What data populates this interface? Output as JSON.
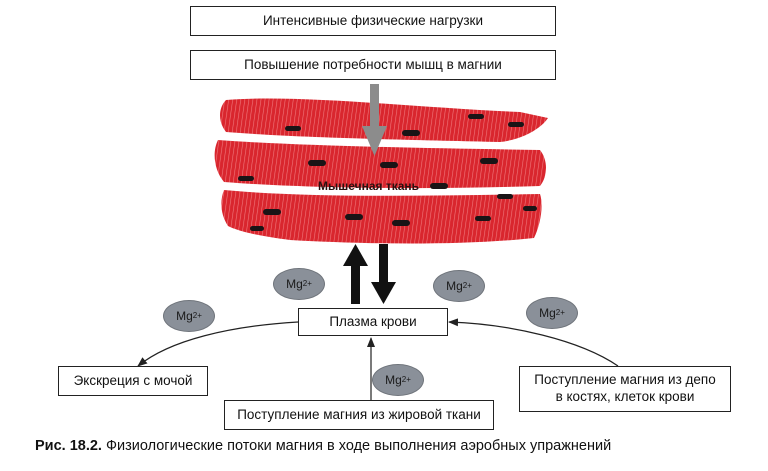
{
  "boxes": {
    "intensive_load": "Интенсивные физические нагрузки",
    "muscle_demand": "Повышение потребности мышц в магнии",
    "plasma": "Плазма крови",
    "excretion": "Экскреция с мочой",
    "fat_supply": "Поступление магния из жировой ткани",
    "depot_supply": "Поступление магния из депо\nв костях, клеток крови"
  },
  "tissue_label": "Мышечная ткань",
  "ions": {
    "base": "Mg",
    "charge": "2+"
  },
  "caption": {
    "number": "Рис. 18.2.",
    "text": " Физиологические потоки магния в ходе выполнения аэробных упражнений"
  },
  "colors": {
    "muscle": "#d8242c",
    "muscle_light": "#ef6a6e",
    "nucleus": "#1a1416",
    "ion": "#8a9099",
    "arrow_gray": "#8c8c8c"
  }
}
